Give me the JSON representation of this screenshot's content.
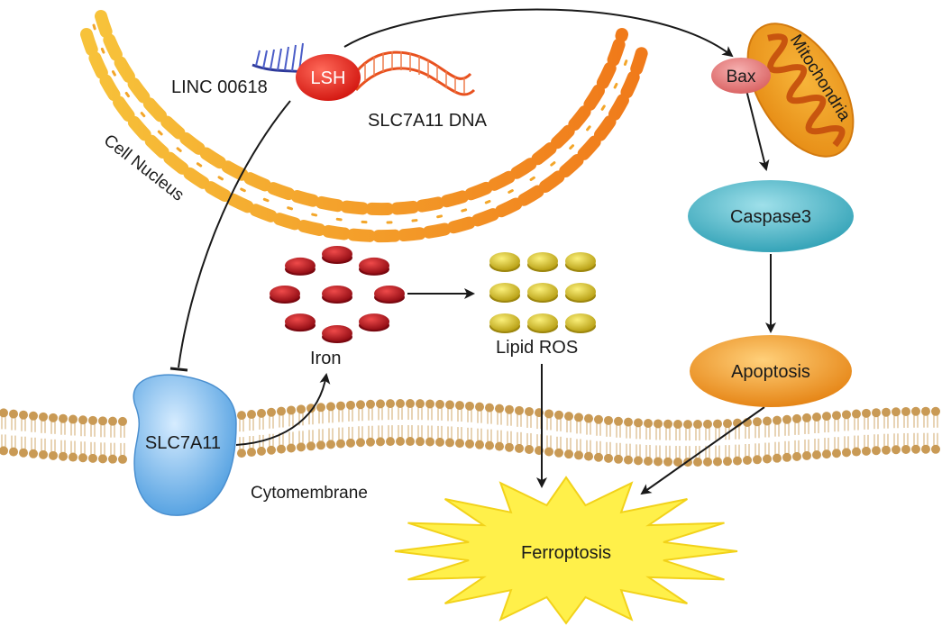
{
  "labels": {
    "linc": "LINC 00618",
    "lsh": "LSH",
    "slc_dna": "SLC7A11 DNA",
    "nucleus": "Cell Nucleus",
    "bax": "Bax",
    "mito": "Mitochondria",
    "caspase": "Caspase3",
    "apoptosis": "Apoptosis",
    "iron": "Iron",
    "lipid_ros": "Lipid ROS",
    "slc7a11": "SLC7A11",
    "cytomembrane": "Cytomembrane",
    "ferroptosis": "Ferroptosis"
  },
  "colors": {
    "lsh": "#e2231a",
    "bax": "#e77a7a",
    "caspase": "#3bb0c4",
    "apoptosis": "#f0931f",
    "iron": "#b3101b",
    "ros": "#d8c21a",
    "slc7a11": "#6fb3e8",
    "ferroptosis": "#fff04a",
    "mito": "#f2a21b",
    "membrane": "#c99a55"
  }
}
